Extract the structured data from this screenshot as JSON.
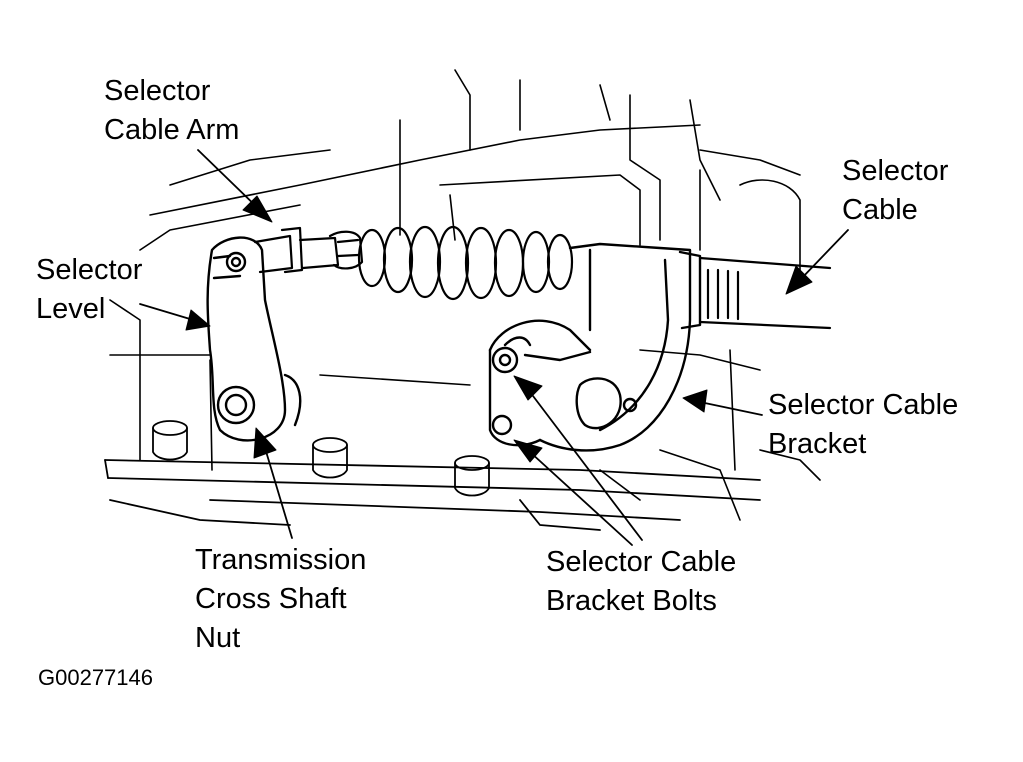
{
  "labels": {
    "selector_cable_arm": [
      "Selector",
      "Cable Arm"
    ],
    "selector_cable": [
      "Selector",
      "Cable"
    ],
    "selector_level": [
      "Selector",
      "Level"
    ],
    "selector_cable_bracket": [
      "Selector Cable",
      "Bracket"
    ],
    "transmission_cross_shaft_nut": [
      "Transmission",
      "Cross Shaft",
      "Nut"
    ],
    "selector_cable_bracket_bolts": [
      "Selector Cable",
      "Bracket Bolts"
    ]
  },
  "figure_id": "G00277146",
  "colors": {
    "ink": "#000000",
    "paper": "#ffffff"
  }
}
